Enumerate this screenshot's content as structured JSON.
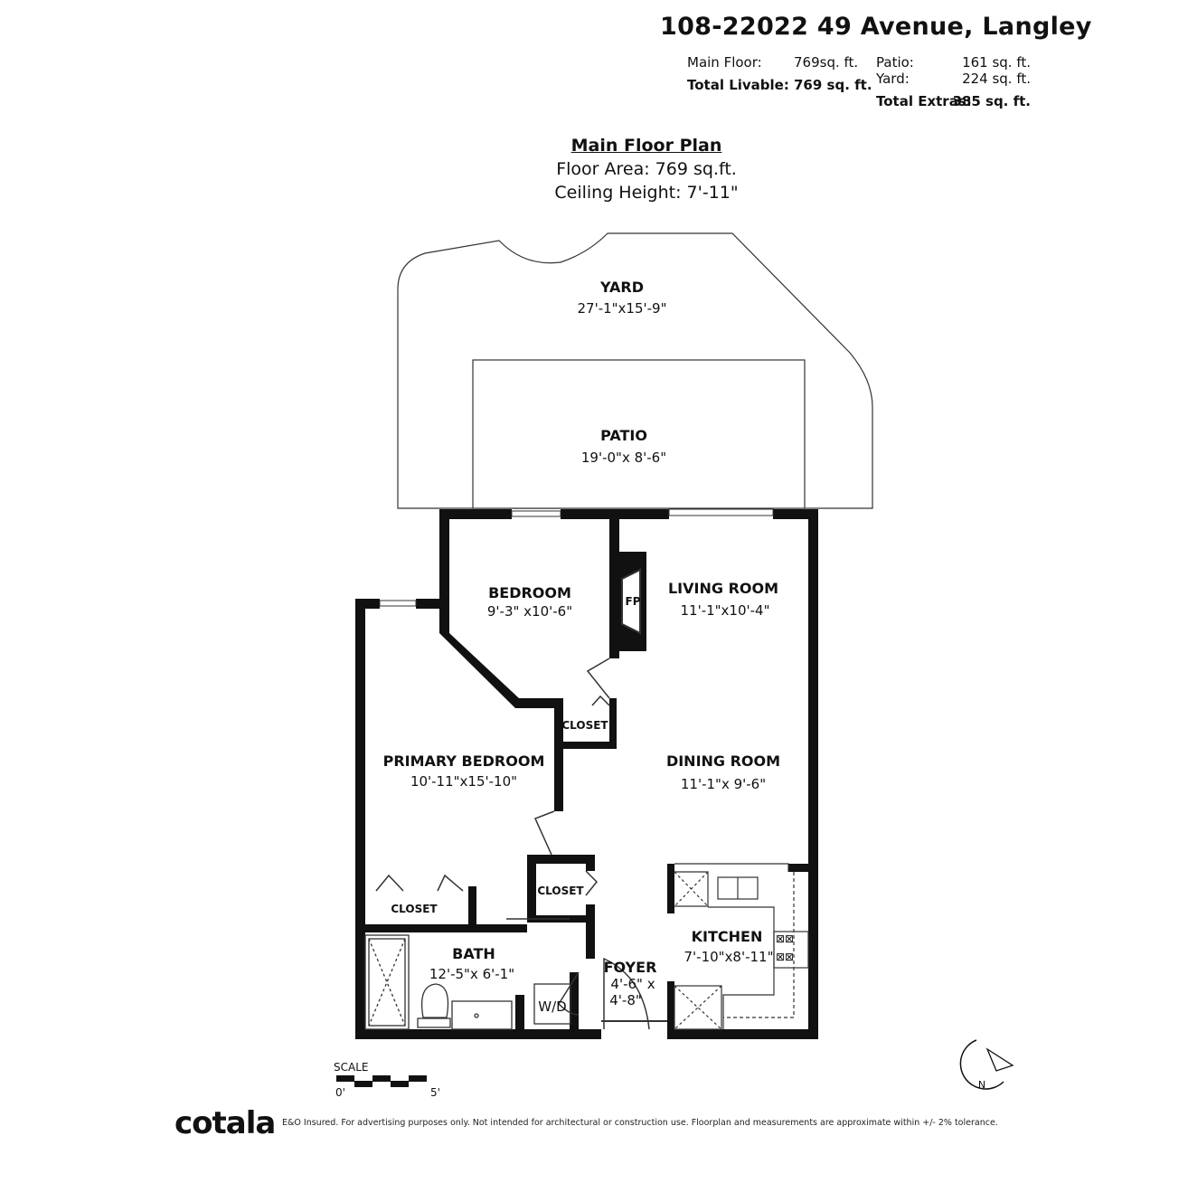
{
  "header": {
    "address": "108-22022 49 Avenue, Langley",
    "main_floor_label": "Main Floor:",
    "main_floor_value": "769sq. ft.",
    "total_livable_label": "Total Livable:",
    "total_livable_value": "769 sq. ft.",
    "patio_label": "Patio:",
    "patio_value": "161 sq. ft.",
    "yard_label": "Yard:",
    "yard_value": "224 sq. ft.",
    "total_extras_label": "Total Extras:",
    "total_extras_value": "385 sq. ft."
  },
  "plan": {
    "title": "Main Floor Plan",
    "floor_area": "Floor Area: 769 sq.ft.",
    "ceiling_height": "Ceiling Height: 7'-11\""
  },
  "rooms": {
    "yard": {
      "name": "YARD",
      "dims": "27'-1\"x15'-9\""
    },
    "patio": {
      "name": "PATIO",
      "dims": "19'-0\"x 8'-6\""
    },
    "bedroom": {
      "name": "BEDROOM",
      "dims": "9'-3\" x10'-6\""
    },
    "living": {
      "name": "LIVING ROOM",
      "dims": "11'-1\"x10'-4\""
    },
    "fireplace": "FP",
    "closet1": "CLOSET",
    "primary": {
      "name": "PRIMARY BEDROOM",
      "dims": "10'-11\"x15'-10\""
    },
    "dining": {
      "name": "DINING ROOM",
      "dims": "11'-1\"x 9'-6\""
    },
    "closet2": "CLOSET",
    "closet3": "CLOSET",
    "kitchen": {
      "name": "KITCHEN",
      "dims": "7'-10\"x8'-11\""
    },
    "bath": {
      "name": "BATH",
      "dims": "12'-5\"x 6'-1\""
    },
    "foyer": {
      "name": "FOYER",
      "dims1": "4'-6\" x",
      "dims2": "4'-8\""
    },
    "wd": "W/D"
  },
  "scale": {
    "label": "SCALE",
    "start": "0'",
    "end": "5'"
  },
  "compass": {
    "label": "N",
    "icon": "north-arrow-icon"
  },
  "footer": {
    "logo": "cotala",
    "disclaimer": "E&O Insured. For advertising purposes only. Not intended for architectural or construction use. Floorplan and measurements are approximate within +/- 2% tolerance."
  }
}
